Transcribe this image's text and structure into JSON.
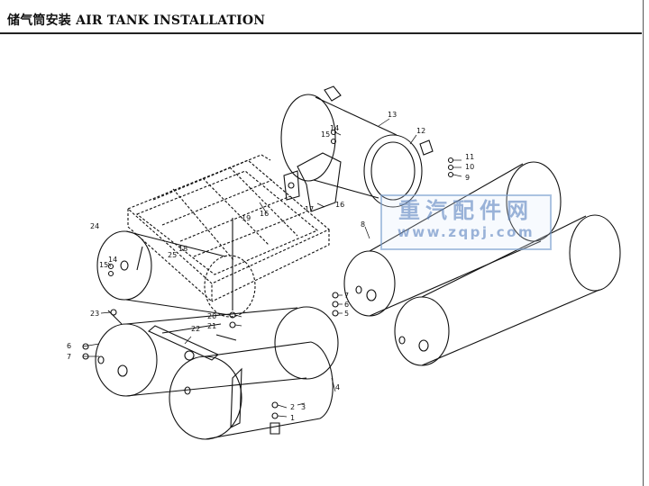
{
  "header": {
    "title": "储气筒安装 AIR TANK INSTALLATION"
  },
  "diagram": {
    "callouts": [
      "1",
      "2",
      "3",
      "4",
      "5",
      "6",
      "7",
      "8",
      "9",
      "10",
      "11",
      "12",
      "13",
      "14",
      "15",
      "16",
      "17",
      "18",
      "19",
      "20",
      "21",
      "22",
      "23",
      "24",
      "25"
    ]
  },
  "watermark": {
    "chinese": "重汽配件网",
    "url": "www.zqpj.com"
  },
  "colors": {
    "line": "#111111",
    "watermark": "#5a82be"
  }
}
